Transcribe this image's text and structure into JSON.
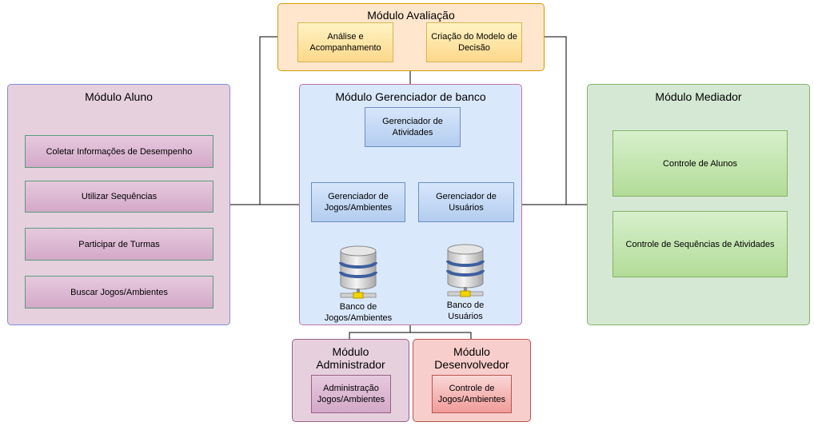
{
  "modulo_avaliacao": {
    "title": "Módulo Avaliação",
    "analise": "Análise e Acompanhamento",
    "criacao": "Criação do Modelo de Decisão"
  },
  "modulo_aluno": {
    "title": "Módulo Aluno",
    "items": [
      "Coletar Informações de Desempenho",
      "Utilizar Sequências",
      "Participar de Turmas",
      "Buscar Jogos/Ambientes"
    ]
  },
  "modulo_gerenciador": {
    "title": "Módulo Gerenciador de banco",
    "atividades": "Gerenciador de Atividades",
    "jogos": "Gerenciador de Jogos/Ambientes",
    "usuarios": "Gerenciador de Usuários",
    "banco_jogos": "Banco de Jogos/Ambientes",
    "banco_usuarios": "Banco de Usuários"
  },
  "modulo_mediador": {
    "title": "Módulo Mediador",
    "controle_alunos": "Controle de Alunos",
    "controle_sequencias": "Controle de Sequências de Atividades"
  },
  "modulo_administrador": {
    "title": "Módulo Administrador",
    "item": "Administração Jogos/Ambientes"
  },
  "modulo_desenvolvedor": {
    "title": "Módulo Desenvolvedor",
    "item": "Controle de Jogos/Ambientes"
  },
  "colors": {
    "avaliacao": "#ffe6cc",
    "aluno": "#e6d0de",
    "gerenciador": "#dae8fc",
    "mediador": "#d5e8d4",
    "desenvolvedor": "#f8cecc"
  },
  "icons": [
    "database-icon"
  ]
}
